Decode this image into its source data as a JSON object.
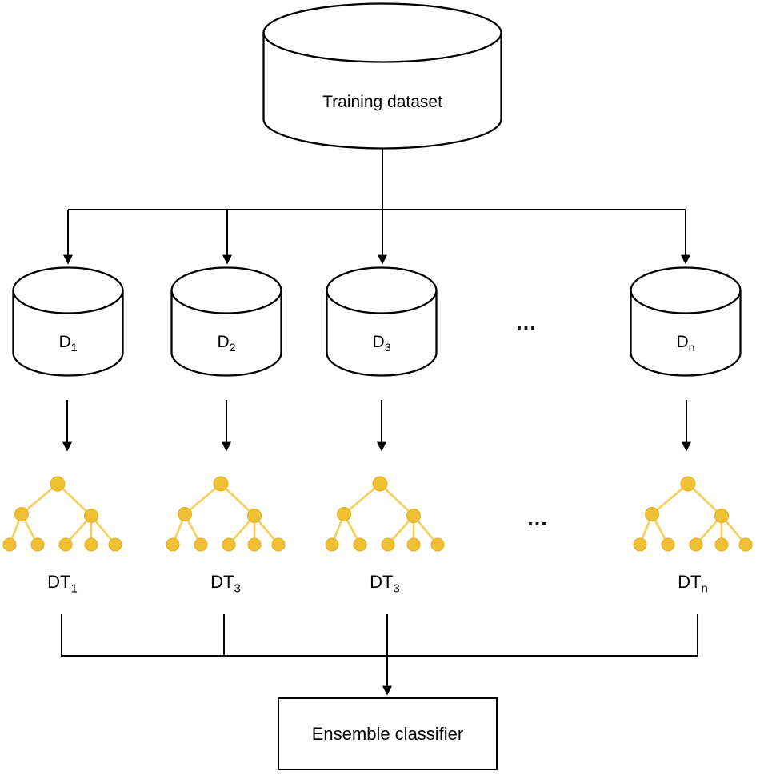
{
  "diagram": {
    "training_dataset": {
      "label": "Training dataset"
    },
    "subset_row": {
      "datasets": [
        {
          "base": "D",
          "sub": "1"
        },
        {
          "base": "D",
          "sub": "2"
        },
        {
          "base": "D",
          "sub": "3"
        },
        {
          "base": "D",
          "sub": "n"
        }
      ],
      "ellipsis": "..."
    },
    "tree_row": {
      "labels": [
        {
          "base": "DT",
          "sub": "1"
        },
        {
          "base": "DT",
          "sub": "3"
        },
        {
          "base": "DT",
          "sub": "3"
        },
        {
          "base": "DT",
          "sub": "n"
        }
      ],
      "ellipsis": "..."
    },
    "ensemble": {
      "label": "Ensemble classifier"
    },
    "icons": {
      "database": "database-cylinder-icon",
      "tree": "decision-tree-icon"
    },
    "colors": {
      "line": "#000000",
      "tree_node_fill": "#F0C033",
      "tree_node_stroke": "#E2AE27",
      "tree_edge": "#F6CF5B",
      "shape_fill": "#FFFFFF",
      "shape_stroke": "#000000"
    }
  }
}
